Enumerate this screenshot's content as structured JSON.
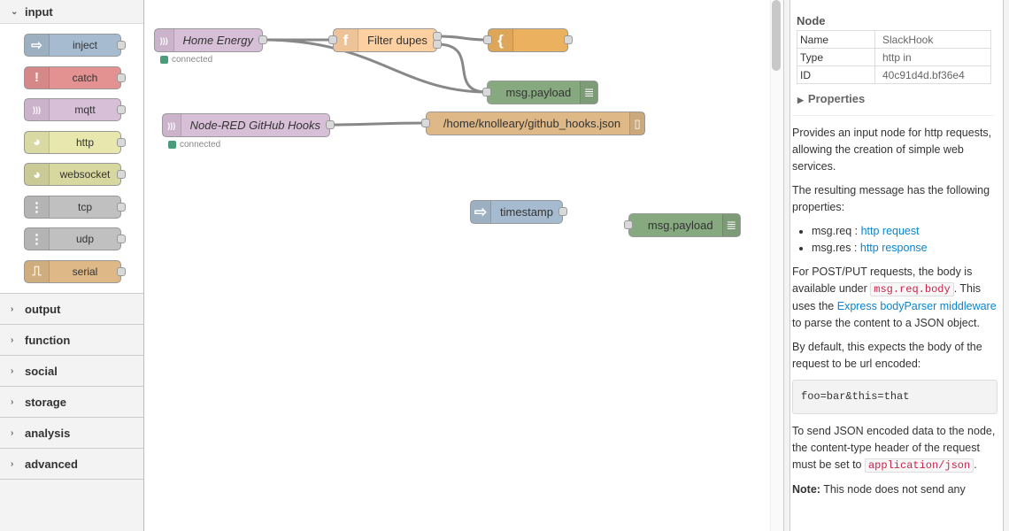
{
  "palette": {
    "categories": [
      {
        "label": "input",
        "expanded": true
      },
      {
        "label": "output"
      },
      {
        "label": "function"
      },
      {
        "label": "social"
      },
      {
        "label": "storage"
      },
      {
        "label": "analysis"
      },
      {
        "label": "advanced"
      }
    ],
    "input_nodes": [
      {
        "label": "inject",
        "icon": "arrow-in-icon",
        "color": "#a6bbcf"
      },
      {
        "label": "catch",
        "icon": "exclamation-icon",
        "color": "#e49191"
      },
      {
        "label": "mqtt",
        "icon": "bridge-icon",
        "color": "#d8bfd8"
      },
      {
        "label": "http",
        "icon": "globe-icon",
        "color": "#e7e7ae"
      },
      {
        "label": "websocket",
        "icon": "globe-icon",
        "color": "#d7d7a0"
      },
      {
        "label": "tcp",
        "icon": "bridge-dash-icon",
        "color": "#c0c0c0"
      },
      {
        "label": "udp",
        "icon": "bridge-dash-icon",
        "color": "#c0c0c0"
      },
      {
        "label": "serial",
        "icon": "serial-icon",
        "color": "#deb887"
      }
    ]
  },
  "canvas": {
    "nodes": {
      "home_energy": {
        "label": "Home Energy",
        "status": "connected"
      },
      "filter_dupes": {
        "label": "Filter dupes"
      },
      "template": {
        "label": ""
      },
      "debug1": {
        "label": "msg.payload"
      },
      "github_hooks": {
        "label": "Node-RED GitHub Hooks",
        "status": "connected"
      },
      "file": {
        "label": "/home/knolleary/github_hooks.json"
      },
      "timestamp": {
        "label": "timestamp"
      },
      "debug2": {
        "label": "msg.payload"
      }
    }
  },
  "info": {
    "section": "Node",
    "rows": [
      {
        "k": "Name",
        "v": "SlackHook"
      },
      {
        "k": "Type",
        "v": "http in"
      },
      {
        "k": "ID",
        "v": "40c91d4d.bf36e4"
      }
    ],
    "properties": "Properties",
    "help": {
      "p1": "Provides an input node for http requests, allowing the creation of simple web services.",
      "p2": "The resulting message has the following properties:",
      "li1_pre": "msg.req : ",
      "li1_link": "http request",
      "li2_pre": "msg.res : ",
      "li2_link": "http response",
      "p3_a": "For POST/PUT requests, the body is available under ",
      "p3_code": "msg.req.body",
      "p3_b": ". This uses the ",
      "p3_link": "Express bodyParser middleware",
      "p3_c": " to parse the content to a JSON object.",
      "p4": "By default, this expects the body of the request to be url encoded:",
      "pre": "foo=bar&this=that",
      "p5_a": "To send JSON encoded data to the node, the content-type header of the request must be set to ",
      "p5_code": "application/json",
      "p5_b": ".",
      "p6_b": "Note:",
      "p6": " This node does not send any"
    }
  }
}
